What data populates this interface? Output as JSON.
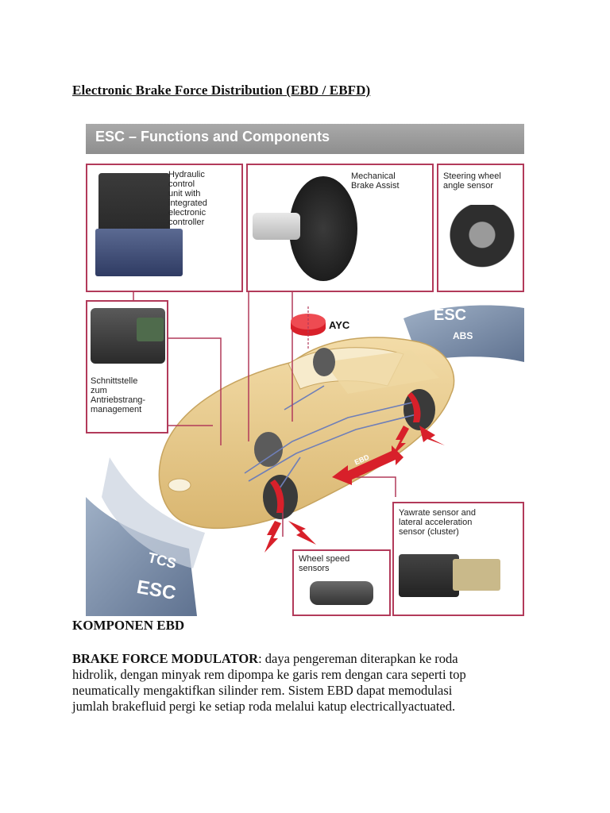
{
  "document": {
    "title": "Electronic Brake Force Distribution (EBD / EBFD)"
  },
  "figure": {
    "header": "ESC – Functions and Components",
    "components": {
      "hydraulic_unit": "Hydraulic\ncontrol\nunit with\nintegrated\nelectronic\ncontroller",
      "brake_assist": "Mechanical\nBrake Assist",
      "steering_sensor": "Steering wheel\nangle sensor",
      "engine_interface": "Schnittstelle\nzum\nAntriebstrang-\nmanagement",
      "yawrate_sensor": "Yawrate sensor and\nlateral acceleration\nsensor (cluster)",
      "wheel_speed": "Wheel speed\nsensors"
    },
    "tags": {
      "ayc": "AYC",
      "esc_right": "ESC",
      "abs": "ABS",
      "ebd": "EBD",
      "tcs": "TCS",
      "esc_left": "ESC"
    },
    "colors": {
      "header": "#8e8e8e",
      "frame": "#b23a5a",
      "arrow_red": "#d8202a",
      "car_body": "#e8c98a",
      "band": "#7d8fa8"
    }
  },
  "section": {
    "heading": "KOMPONEN EBD"
  },
  "paragraph": {
    "term": "BRAKE FORCE MODULATOR",
    "line1_rest": ": daya pengereman diterapkan ke roda",
    "line2": "hidrolik, dengan minyak rem dipompa ke garis rem dengan cara seperti top",
    "line3": "neumatically mengaktifkan silinder rem. Sistem EBD dapat memodulasi",
    "line4": "jumlah brakefluid pergi ke setiap roda melalui katup electricallyactuated."
  }
}
